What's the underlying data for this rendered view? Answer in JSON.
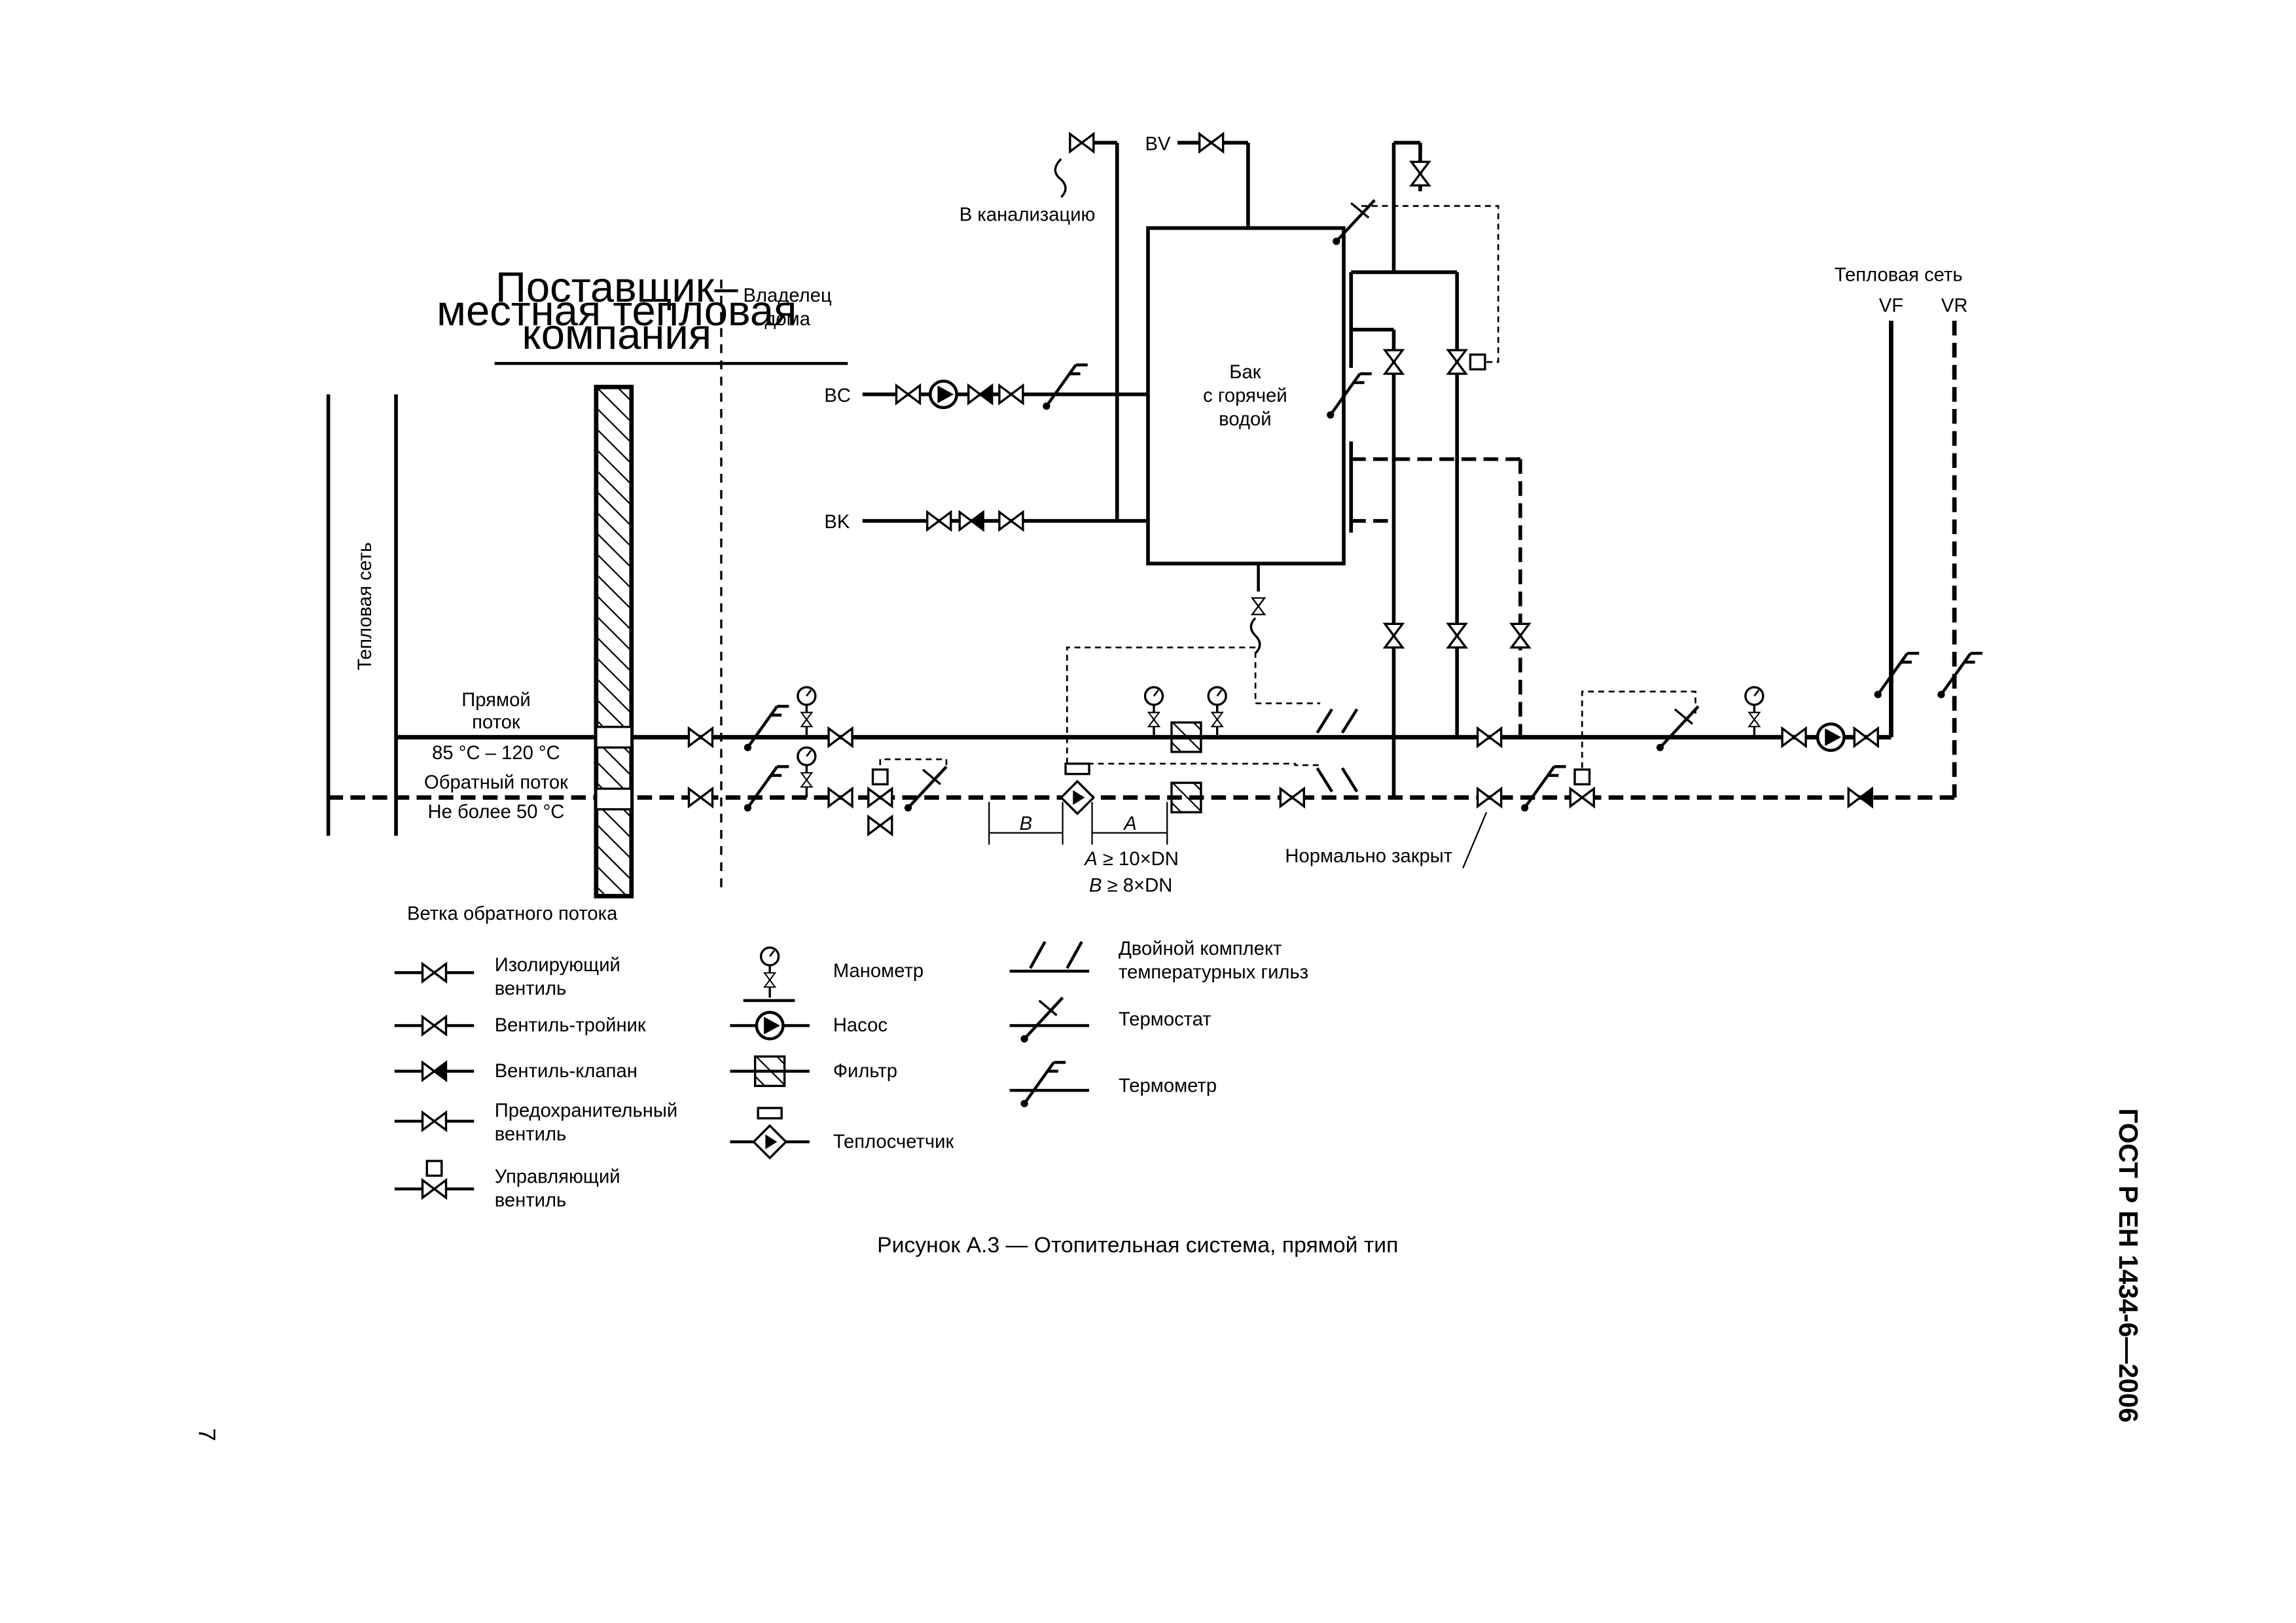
{
  "labels": {
    "supplier": [
      "Поставщик–",
      "местная тепловая",
      "компания"
    ],
    "owner": [
      "Владелец",
      "дома"
    ],
    "heat_network_vertical": "Тепловая сеть",
    "heat_network_right": "Тепловая сеть",
    "vf": "VF",
    "vr": "VR",
    "sewer": "В канализацию",
    "bv": "BV",
    "bc": "BC",
    "bk": "BK",
    "tank": [
      "Бак",
      "с горячей",
      "водой"
    ],
    "direct_flow": [
      "Прямой",
      "поток"
    ],
    "direct_temp": "85 °C – 120 °C",
    "return_flow": "Обратный поток",
    "return_temp": "Не более 50 °C",
    "return_branch": "Ветка обратного потока",
    "normally_closed": "Нормально закрыт",
    "dim_b": "B",
    "dim_a": "A",
    "cond_a_letter": "A",
    "cond_a_rest": " ≥ 10×DN",
    "cond_b_letter": "B",
    "cond_b_rest": " ≥ 8×DN"
  },
  "legend": {
    "isolating_valve": [
      "Изолирующий",
      "вентиль"
    ],
    "three_way_valve": "Вентиль-тройник",
    "check_valve": "Вентиль-клапан",
    "safety_valve": [
      "Предохранительный",
      "вентиль"
    ],
    "control_valve": [
      "Управляющий",
      "вентиль"
    ],
    "manometer": "Манометр",
    "pump": "Насос",
    "filter": "Фильтр",
    "heat_meter": "Теплосчетчик",
    "double_pockets": [
      "Двойной комплект",
      "температурных гильз"
    ],
    "thermostat": "Термостат",
    "thermometer": "Термометр"
  },
  "caption": "Рисунок А.3 — Отопительная система, прямой тип",
  "standard": "ГОСТ Р ЕН 1434-6—2006",
  "page_number": "7",
  "colors": {
    "ink": "#000000",
    "paper": "#ffffff"
  }
}
